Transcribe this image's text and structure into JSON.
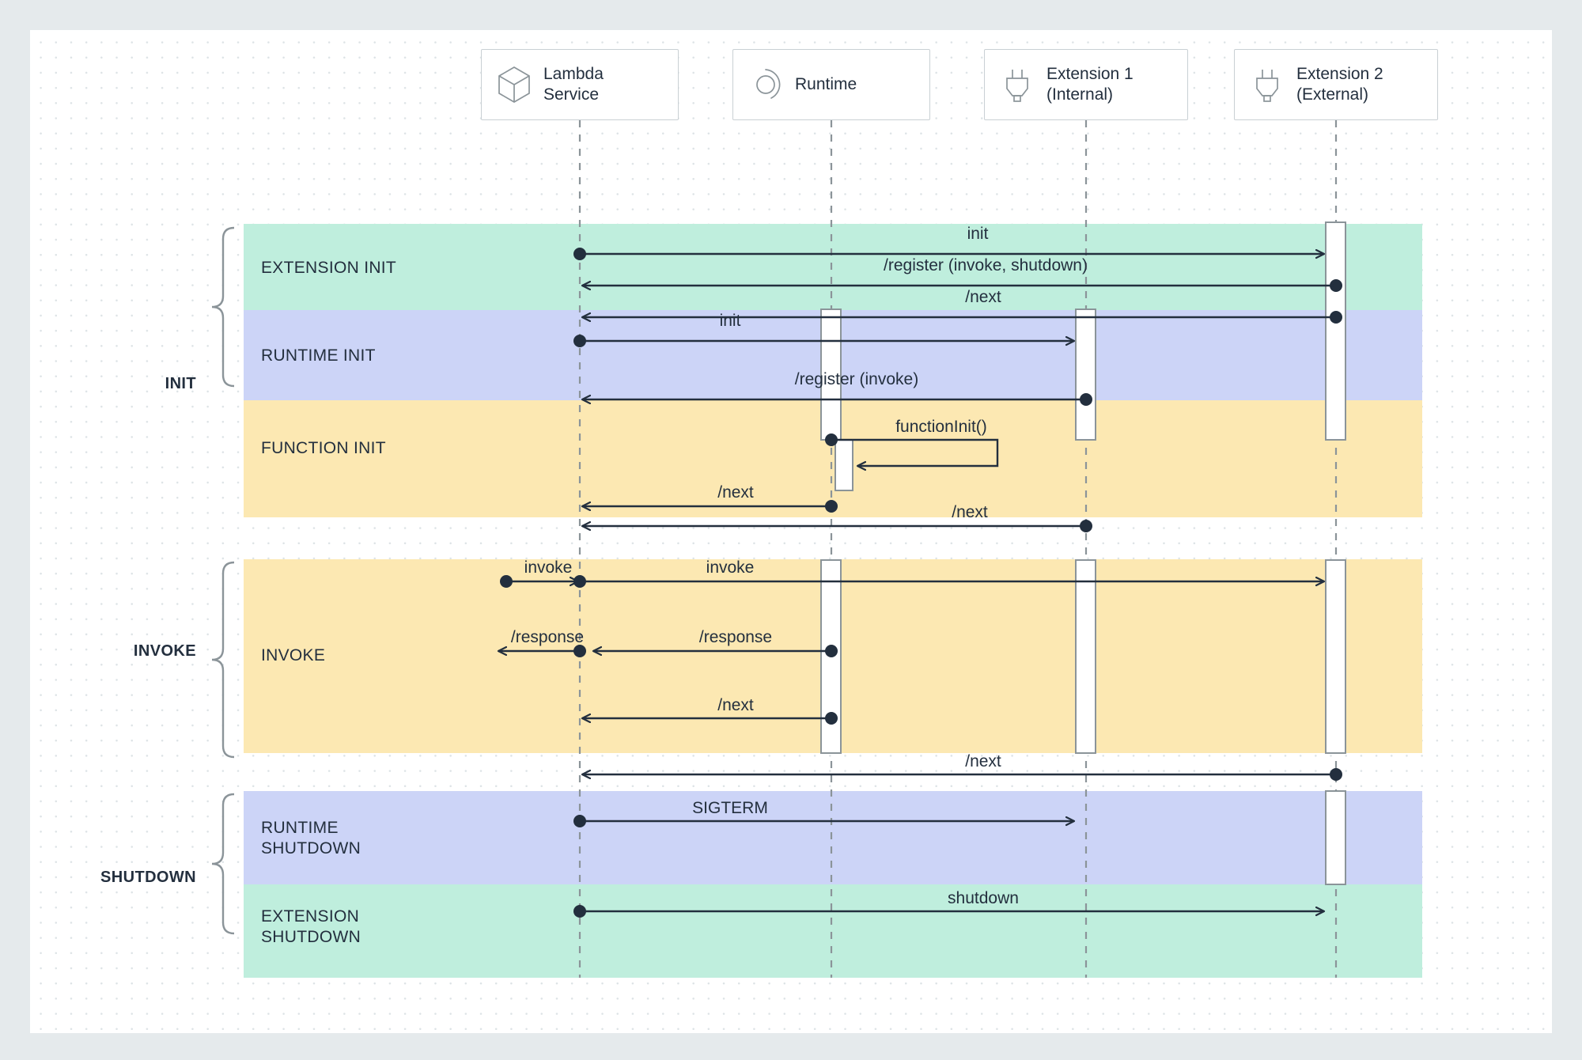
{
  "diagram": {
    "title": "AWS Lambda Execution Environment Lifecycle",
    "colors": {
      "canvas": "#ffffff",
      "page_background": "#e5eaec",
      "band_green": "#bfeedd",
      "band_blue": "#ccd4f7",
      "band_yellow": "#fce8b2",
      "line": "#232f3e",
      "lifeline": "#8b9499",
      "actor_border": "#c9d0d4"
    }
  },
  "actors": [
    {
      "id": "lambda-service",
      "label": "Lambda\nService",
      "icon": "cube-icon"
    },
    {
      "id": "runtime",
      "label": "Runtime",
      "icon": "circle-arrow-icon"
    },
    {
      "id": "extension-1",
      "label": "Extension 1\n(Internal)",
      "icon": "plug-icon"
    },
    {
      "id": "extension-2",
      "label": "Extension 2\n(External)",
      "icon": "plug-icon"
    }
  ],
  "phases": [
    {
      "id": "init",
      "label": "INIT"
    },
    {
      "id": "invoke",
      "label": "INVOKE"
    },
    {
      "id": "shutdown",
      "label": "SHUTDOWN"
    }
  ],
  "bands": [
    {
      "id": "extension-init",
      "label": "EXTENSION INIT",
      "color": "#bfeedd",
      "phase": "INIT"
    },
    {
      "id": "runtime-init",
      "label": "RUNTIME INIT",
      "color": "#ccd4f7",
      "phase": "INIT"
    },
    {
      "id": "function-init",
      "label": "FUNCTION INIT",
      "color": "#fce8b2",
      "phase": "INIT"
    },
    {
      "id": "invoke",
      "label": "INVOKE",
      "color": "#fce8b2",
      "phase": "INVOKE"
    },
    {
      "id": "runtime-shutdown",
      "label": "RUNTIME\nSHUTDOWN",
      "color": "#ccd4f7",
      "phase": "SHUTDOWN"
    },
    {
      "id": "extension-shutdown",
      "label": "EXTENSION\nSHUTDOWN",
      "color": "#bfeedd",
      "phase": "SHUTDOWN"
    }
  ],
  "messages": [
    {
      "id": "m1",
      "label": "init",
      "from": "lambda-service",
      "to": "extension-2",
      "phase": "extension-init"
    },
    {
      "id": "m2",
      "label": "/register (invoke, shutdown)",
      "from": "extension-2",
      "to": "lambda-service",
      "phase": "extension-init"
    },
    {
      "id": "m3",
      "label": "/next",
      "from": "extension-2",
      "to": "lambda-service",
      "phase": "extension-init"
    },
    {
      "id": "m4",
      "label": "init",
      "from": "lambda-service",
      "to": "extension-1",
      "phase": "runtime-init"
    },
    {
      "id": "m5",
      "label": "/register (invoke)",
      "from": "extension-1",
      "to": "lambda-service",
      "phase": "runtime-init"
    },
    {
      "id": "m6",
      "label": "functionInit()",
      "from": "runtime",
      "to": "runtime",
      "phase": "function-init"
    },
    {
      "id": "m7",
      "label": "/next",
      "from": "runtime",
      "to": "lambda-service",
      "phase": "function-init"
    },
    {
      "id": "m8",
      "label": "/next",
      "from": "extension-1",
      "to": "lambda-service",
      "phase": "function-init"
    },
    {
      "id": "m9",
      "label": "invoke",
      "from": "client",
      "to": "lambda-service",
      "phase": "invoke"
    },
    {
      "id": "m10",
      "label": "invoke",
      "from": "lambda-service",
      "to": "extension-2",
      "phase": "invoke"
    },
    {
      "id": "m11",
      "label": "/response",
      "from": "lambda-service",
      "to": "client",
      "phase": "invoke"
    },
    {
      "id": "m12",
      "label": "/response",
      "from": "runtime",
      "to": "lambda-service",
      "phase": "invoke"
    },
    {
      "id": "m13",
      "label": "/next",
      "from": "runtime",
      "to": "lambda-service",
      "phase": "invoke"
    },
    {
      "id": "m14",
      "label": "/next",
      "from": "extension-2",
      "to": "lambda-service",
      "phase": "invoke"
    },
    {
      "id": "m15",
      "label": "SIGTERM",
      "from": "lambda-service",
      "to": "extension-1",
      "phase": "runtime-shutdown"
    },
    {
      "id": "m16",
      "label": "shutdown",
      "from": "lambda-service",
      "to": "extension-2",
      "phase": "runtime-shutdown"
    }
  ]
}
